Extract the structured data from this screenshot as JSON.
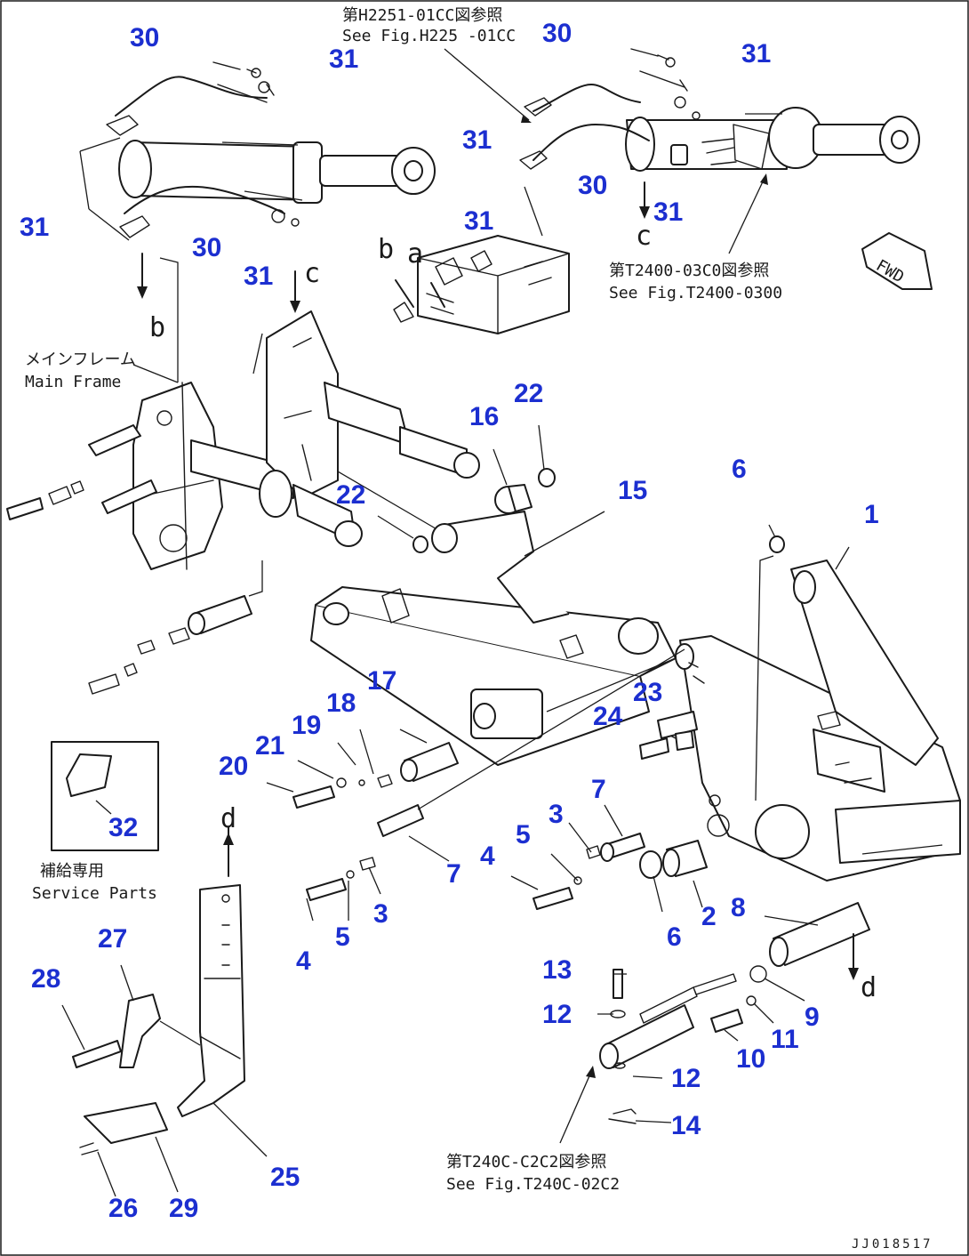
{
  "callouts": [
    {
      "id": "c30a",
      "text": "30"
    },
    {
      "id": "c31a",
      "text": "31"
    },
    {
      "id": "c31b",
      "text": "31"
    },
    {
      "id": "c30b",
      "text": "30"
    },
    {
      "id": "c31c",
      "text": "31"
    },
    {
      "id": "c30c",
      "text": "30"
    },
    {
      "id": "c31d",
      "text": "31"
    },
    {
      "id": "c31e",
      "text": "31"
    },
    {
      "id": "c30d",
      "text": "30"
    },
    {
      "id": "c31f",
      "text": "31"
    },
    {
      "id": "c31g",
      "text": "31"
    },
    {
      "id": "c22a",
      "text": "22"
    },
    {
      "id": "c16",
      "text": "16"
    },
    {
      "id": "c22b",
      "text": "22"
    },
    {
      "id": "c15",
      "text": "15"
    },
    {
      "id": "c6a",
      "text": "6"
    },
    {
      "id": "c1",
      "text": "1"
    },
    {
      "id": "c17",
      "text": "17"
    },
    {
      "id": "c18",
      "text": "18"
    },
    {
      "id": "c19",
      "text": "19"
    },
    {
      "id": "c21",
      "text": "21"
    },
    {
      "id": "c20",
      "text": "20"
    },
    {
      "id": "c23",
      "text": "23"
    },
    {
      "id": "c24",
      "text": "24"
    },
    {
      "id": "c32",
      "text": "32"
    },
    {
      "id": "c7a",
      "text": "7"
    },
    {
      "id": "c3a",
      "text": "3"
    },
    {
      "id": "c5a",
      "text": "5"
    },
    {
      "id": "c4a",
      "text": "4"
    },
    {
      "id": "c7b",
      "text": "7"
    },
    {
      "id": "c3b",
      "text": "3"
    },
    {
      "id": "c5b",
      "text": "5"
    },
    {
      "id": "c4b",
      "text": "4"
    },
    {
      "id": "c6b",
      "text": "6"
    },
    {
      "id": "c2",
      "text": "2"
    },
    {
      "id": "c8",
      "text": "8"
    },
    {
      "id": "c27",
      "text": "27"
    },
    {
      "id": "c28",
      "text": "28"
    },
    {
      "id": "c13",
      "text": "13"
    },
    {
      "id": "c12a",
      "text": "12"
    },
    {
      "id": "c9",
      "text": "9"
    },
    {
      "id": "c11",
      "text": "11"
    },
    {
      "id": "c10",
      "text": "10"
    },
    {
      "id": "c12b",
      "text": "12"
    },
    {
      "id": "c14",
      "text": "14"
    },
    {
      "id": "c25",
      "text": "25"
    },
    {
      "id": "c26",
      "text": "26"
    },
    {
      "id": "c29",
      "text": "29"
    }
  ],
  "notes": {
    "ref_h2251_jp": "第H2251-01CC図参照",
    "ref_h2251_en": "See Fig.H225 -01CC",
    "ref_t2400_0300_jp": "第T2400-03C0図参照",
    "ref_t2400_0300_en": "See Fig.T2400-0300",
    "ref_t2400_0202_jp": "第T240C-C2C2図参照",
    "ref_t2400_0202_en": "See Fig.T240C-02C2",
    "main_frame_jp": "メインフレーム",
    "main_frame_en": "Main Frame",
    "service_parts_jp": "補給専用",
    "service_parts_en": "Service Parts",
    "fwd": "FWD",
    "drawing_code": "JJ018517"
  },
  "letters": {
    "b1": "b",
    "b2": "b",
    "a1": "a",
    "c1": "c",
    "c2": "c",
    "d1": "d",
    "d2": "d"
  }
}
